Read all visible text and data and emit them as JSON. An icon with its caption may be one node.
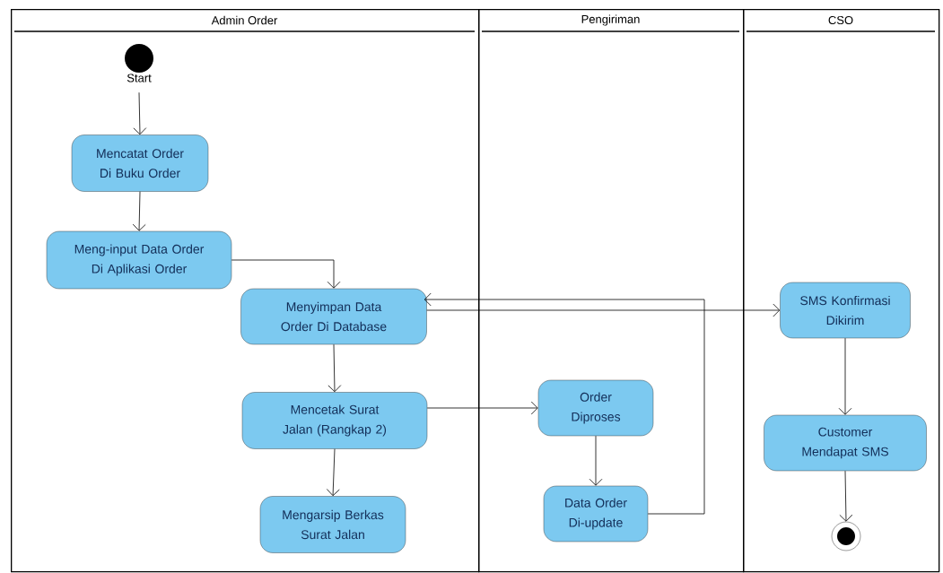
{
  "diagram": {
    "nodes": [
      {
        "text": [
          "Admin Order"
        ]
      },
      {
        "text": [
          "Pengiriman"
        ]
      },
      {
        "text": [
          "CSO"
        ]
      },
      {
        "text": [],
        "shape": "circle",
        "in": 0,
        "beside": [
          "Start"
        ]
      },
      {
        "text": [
          "Mencatat Order Di Buku Order"
        ],
        "in": 0
      },
      {
        "text": [
          "Meng-input Data Order Di Aplikasi Order"
        ],
        "in": 0
      },
      {
        "text": [
          "Menyimpan Data Order Di Database"
        ],
        "in": 0
      },
      {
        "text": [
          "Mencetak Surat Jalan (Rangkap 2)"
        ],
        "in": 0
      },
      {
        "text": [
          "Mengarsip Berkas Surat Jalan"
        ],
        "in": 0
      },
      {
        "text": [
          "Order Diproses"
        ],
        "in": 1
      },
      {
        "text": [
          "Data Order Di-update"
        ],
        "in": 1
      },
      {
        "text": [
          "SMS Konfirmasi Dikirim"
        ],
        "in": 2
      },
      {
        "text": [
          "Customer Mendapat SMS"
        ],
        "in": 2
      },
      {
        "text": [],
        "shape": "circle",
        "in": 2
      }
    ],
    "edges": [
      {
        "from": 3,
        "to": 4,
        "arrow": "to"
      },
      {
        "from": 4,
        "to": 5,
        "arrow": "to"
      },
      {
        "from": 5,
        "to": 6,
        "arrow": "to"
      },
      {
        "from": 6,
        "to": 11,
        "arrow": "to"
      },
      {
        "from": 6,
        "to": 7,
        "arrow": "to"
      },
      {
        "from": 7,
        "to": 8,
        "arrow": "to"
      },
      {
        "from": 7,
        "to": 9,
        "arrow": "to"
      },
      {
        "from": 9,
        "to": 10,
        "arrow": "to"
      },
      {
        "from": 10,
        "to": 6,
        "arrow": "to"
      },
      {
        "from": 11,
        "to": 12,
        "arrow": "to"
      },
      {
        "from": 12,
        "to": 13,
        "arrow": "to"
      }
    ]
  }
}
